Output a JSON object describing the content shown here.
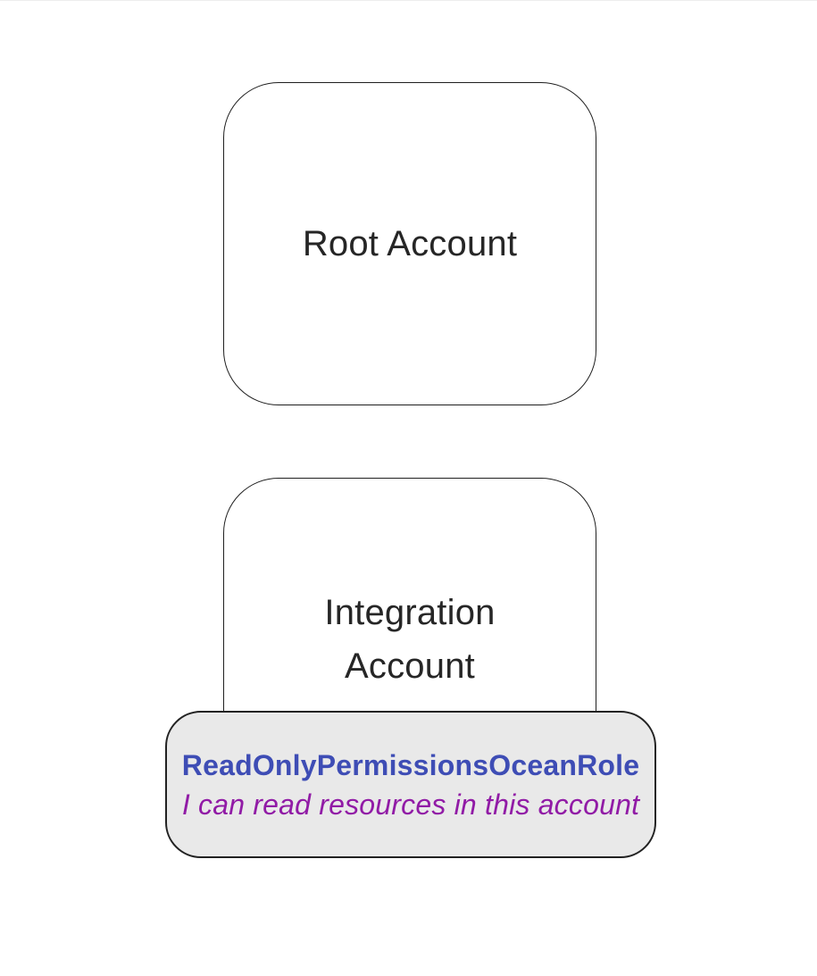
{
  "diagram": {
    "root_account": {
      "label": "Root Account"
    },
    "integration_account": {
      "label": "Integration Account"
    },
    "role_badge": {
      "name": "ReadOnlyPermissionsOceanRole",
      "description": "I can read resources in this account"
    },
    "colors": {
      "background": "#FFFFFF",
      "box_fill": "#FFFFFF",
      "box_border": "#1F1F1F",
      "badge_fill": "#E9E9E9",
      "badge_border": "#222222",
      "account_label_text": "#262626",
      "role_name_text": "#3E4DB5",
      "role_description_text": "#911BA6"
    }
  }
}
